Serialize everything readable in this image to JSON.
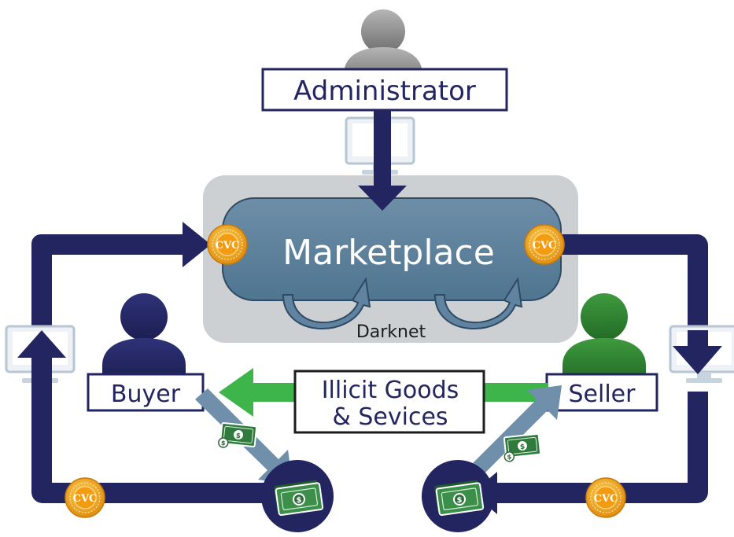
{
  "roles": {
    "administrator": "Administrator",
    "buyer": "Buyer",
    "seller": "Seller"
  },
  "marketplace": {
    "title": "Marketplace",
    "network": "Darknet"
  },
  "goods": {
    "line1": "Illicit Goods",
    "line2": "& Sevices"
  },
  "coin_label": "CVC",
  "colors": {
    "navy": "#232560",
    "slate": "#5a7f9a",
    "panel_gray": "#cdd0d3",
    "green": "#3db54a",
    "seller_green": "#2e7d32",
    "person_gray": "#8a8a8a",
    "gold": "#f5a623",
    "money_green": "#2f6b3a",
    "screen_blue": "#9fb8cf"
  },
  "icons": {
    "person": "person-icon",
    "monitor": "monitor-icon",
    "coin": "cvc-coin-icon",
    "cash": "cash-bundle-icon"
  }
}
